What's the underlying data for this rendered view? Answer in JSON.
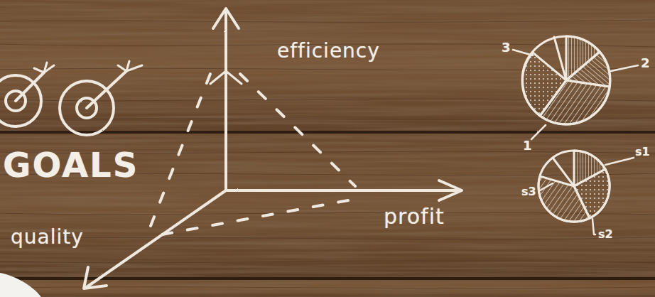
{
  "diagram": {
    "labels": [
      "efficiency",
      "GOALS",
      "profit",
      "quality",
      "3",
      "2",
      "1",
      "s3",
      "s1",
      "s2"
    ]
  }
}
